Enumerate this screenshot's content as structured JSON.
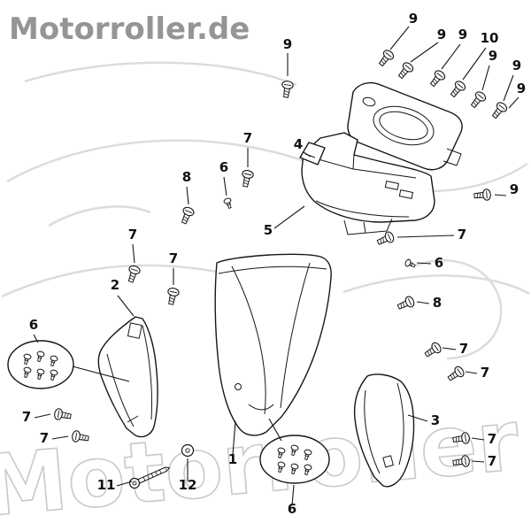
{
  "page": {
    "brand_watermark": "Motorroller.de",
    "big_watermark": "Motorroller"
  },
  "colors": {
    "line": "#161616",
    "brand_gray": "#959595",
    "watermark_light": "#dcdcdc",
    "outline_text_gray": "#c9c9c9",
    "background": "#ffffff"
  },
  "diagram": {
    "type": "exploded-parts-diagram",
    "callouts": [
      {
        "label": "9"
      },
      {
        "label": "9"
      },
      {
        "label": "9"
      },
      {
        "label": "9"
      },
      {
        "label": "10"
      },
      {
        "label": "9"
      },
      {
        "label": "9"
      },
      {
        "label": "9"
      },
      {
        "label": "9"
      },
      {
        "label": "7"
      },
      {
        "label": "6"
      },
      {
        "label": "8"
      },
      {
        "label": "7"
      },
      {
        "label": "7"
      },
      {
        "label": "2"
      },
      {
        "label": "6"
      },
      {
        "label": "7"
      },
      {
        "label": "7"
      },
      {
        "label": "11"
      },
      {
        "label": "12"
      },
      {
        "label": "1"
      },
      {
        "label": "6"
      },
      {
        "label": "3"
      },
      {
        "label": "7"
      },
      {
        "label": "7"
      },
      {
        "label": "7"
      },
      {
        "label": "7"
      },
      {
        "label": "8"
      },
      {
        "label": "6"
      },
      {
        "label": "7"
      },
      {
        "label": "5"
      },
      {
        "label": "4"
      }
    ]
  }
}
